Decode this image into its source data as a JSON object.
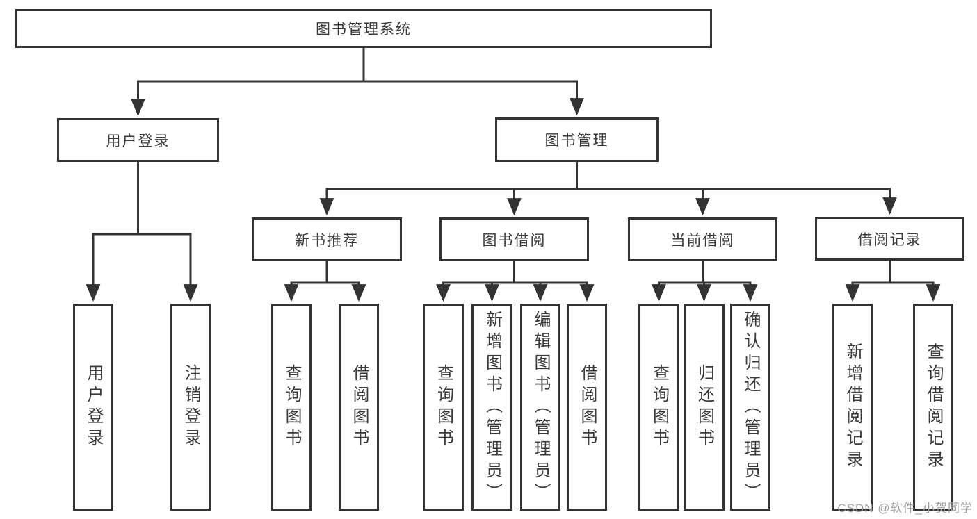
{
  "diagram": {
    "title": "图书管理系统",
    "level2": [
      {
        "label": "用户登录"
      },
      {
        "label": "图书管理"
      }
    ],
    "level3": [
      {
        "label": "新书推荐"
      },
      {
        "label": "图书借阅"
      },
      {
        "label": "当前借阅"
      },
      {
        "label": "借阅记录"
      }
    ],
    "leaves": {
      "user_login": [
        {
          "label": "用户登录"
        },
        {
          "label": "注销登录"
        }
      ],
      "new_book_recommend": [
        {
          "label": "查询图书"
        },
        {
          "label": "借阅图书"
        }
      ],
      "book_borrow": [
        {
          "label": "查询图书"
        },
        {
          "label": "新增图书（管理员）"
        },
        {
          "label": "编辑图书（管理员）"
        },
        {
          "label": "借阅图书"
        }
      ],
      "current_borrow": [
        {
          "label": "查询图书"
        },
        {
          "label": "归还图书"
        },
        {
          "label": "确认归还（管理员）"
        }
      ],
      "borrow_records": [
        {
          "label": "新增借阅记录"
        },
        {
          "label": "查询借阅记录"
        }
      ]
    },
    "watermark": "CSDN @软件_小贺同学",
    "colors": {
      "line": "#333333",
      "box_border": "#333333",
      "box_fill": "#ffffff",
      "text": "#3a3a3a",
      "watermark": "#9e9e9e"
    }
  }
}
